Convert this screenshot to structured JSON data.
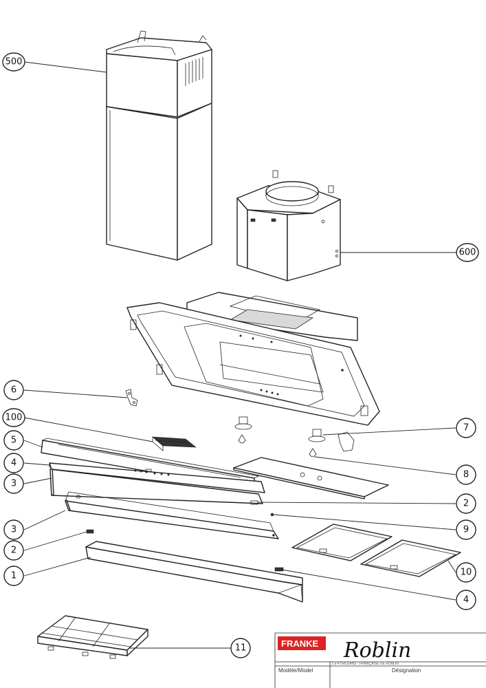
{
  "callouts": {
    "c500": "500",
    "c600": "600",
    "c6": "6",
    "c100": "100",
    "c5": "5",
    "c4a": "4",
    "c3a": "3",
    "c3b": "3",
    "c2a": "2",
    "c1": "1",
    "c7": "7",
    "c8": "8",
    "c2b": "2",
    "c9": "9",
    "c10": "10",
    "c4b": "4",
    "c11": "11"
  },
  "title_block": {
    "brand_left": "FRANKE",
    "brand_right": "Roblin",
    "address_line": "1 à 4 ORLÉANS - FRANÇAISE DE ROBLIN",
    "col_left": "Modèle/Model",
    "col_right": "Désignation"
  },
  "colors": {
    "line": "#222222",
    "brand_red": "#dd2222"
  }
}
